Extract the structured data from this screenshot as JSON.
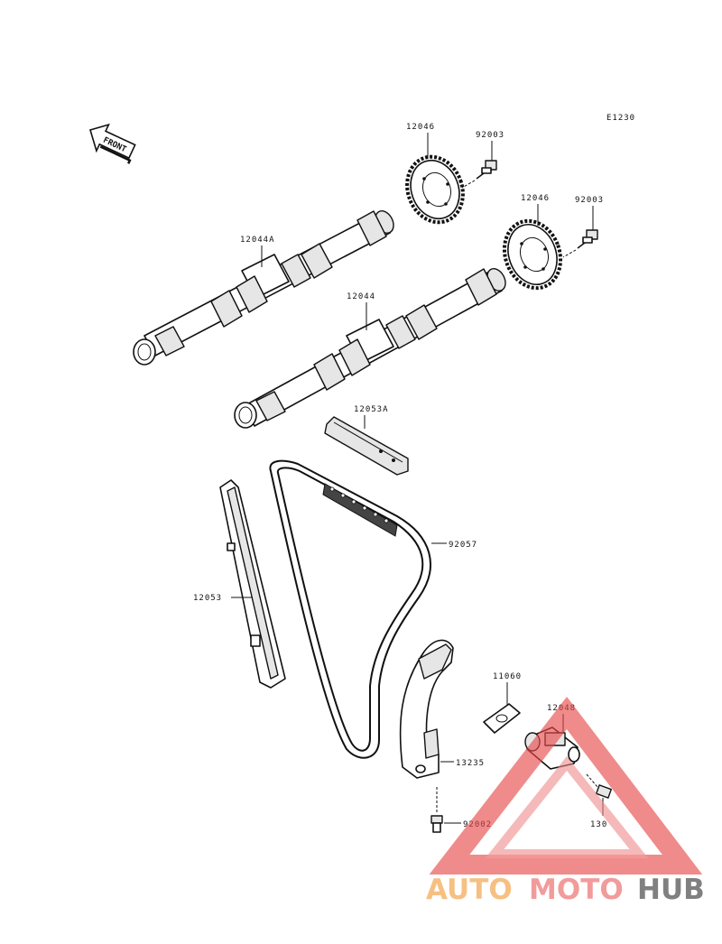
{
  "diagram_code": "E1230",
  "front_label": "FRONT",
  "labels": {
    "sprocket_left": "12046",
    "bolt_left": "92003",
    "sprocket_right": "12046",
    "bolt_right": "92003",
    "camshaft_intake": "12044A",
    "camshaft_exhaust": "12044",
    "guide_upper": "12053A",
    "chain": "92057",
    "guide_front": "12053",
    "gasket": "11060",
    "tensioner": "12048",
    "guide_rear": "13235",
    "bolt_bottom": "92002",
    "bolt_tensioner": "130"
  },
  "watermark": {
    "word1": "AUTO",
    "word2": "MOTO",
    "word3": "HUB",
    "color1": "#f5b66e",
    "color2": "#f08a8a",
    "color3": "#6b6b6b",
    "triangle_color": "#e84a4a"
  }
}
